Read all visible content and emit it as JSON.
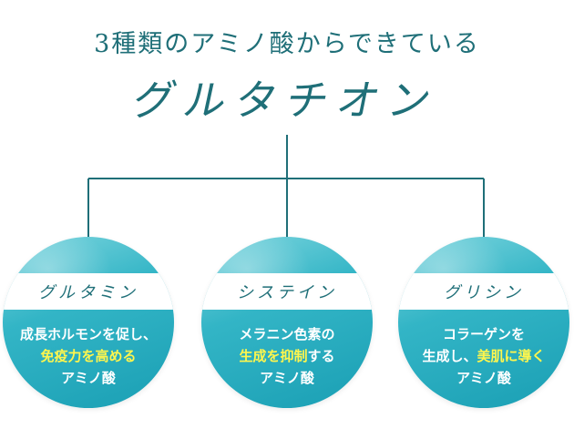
{
  "subtitle": "3種類のアミノ酸からできている",
  "title": "グルタチオン",
  "nodes": [
    {
      "name": "グルタミン",
      "line1": "成長ホルモンを促し、",
      "line2_highlight": "免疫力を高める",
      "line3": "アミノ酸"
    },
    {
      "name": "システイン",
      "line1": "メラニン色素の",
      "line2_highlight": "生成を抑制",
      "line2_rest": "する",
      "line3": "アミノ酸"
    },
    {
      "name": "グリシン",
      "line1": "コラーゲンを",
      "line2_pre": "生成し、",
      "line2_highlight": "美肌に導く",
      "line3": "アミノ酸"
    }
  ],
  "colors": {
    "teal_text": "#1f6f78",
    "circle_gradient_light": "#7fd6df",
    "circle_gradient_dark": "#1a9fb4",
    "highlight": "#fff64d",
    "line": "#1f6f78"
  }
}
